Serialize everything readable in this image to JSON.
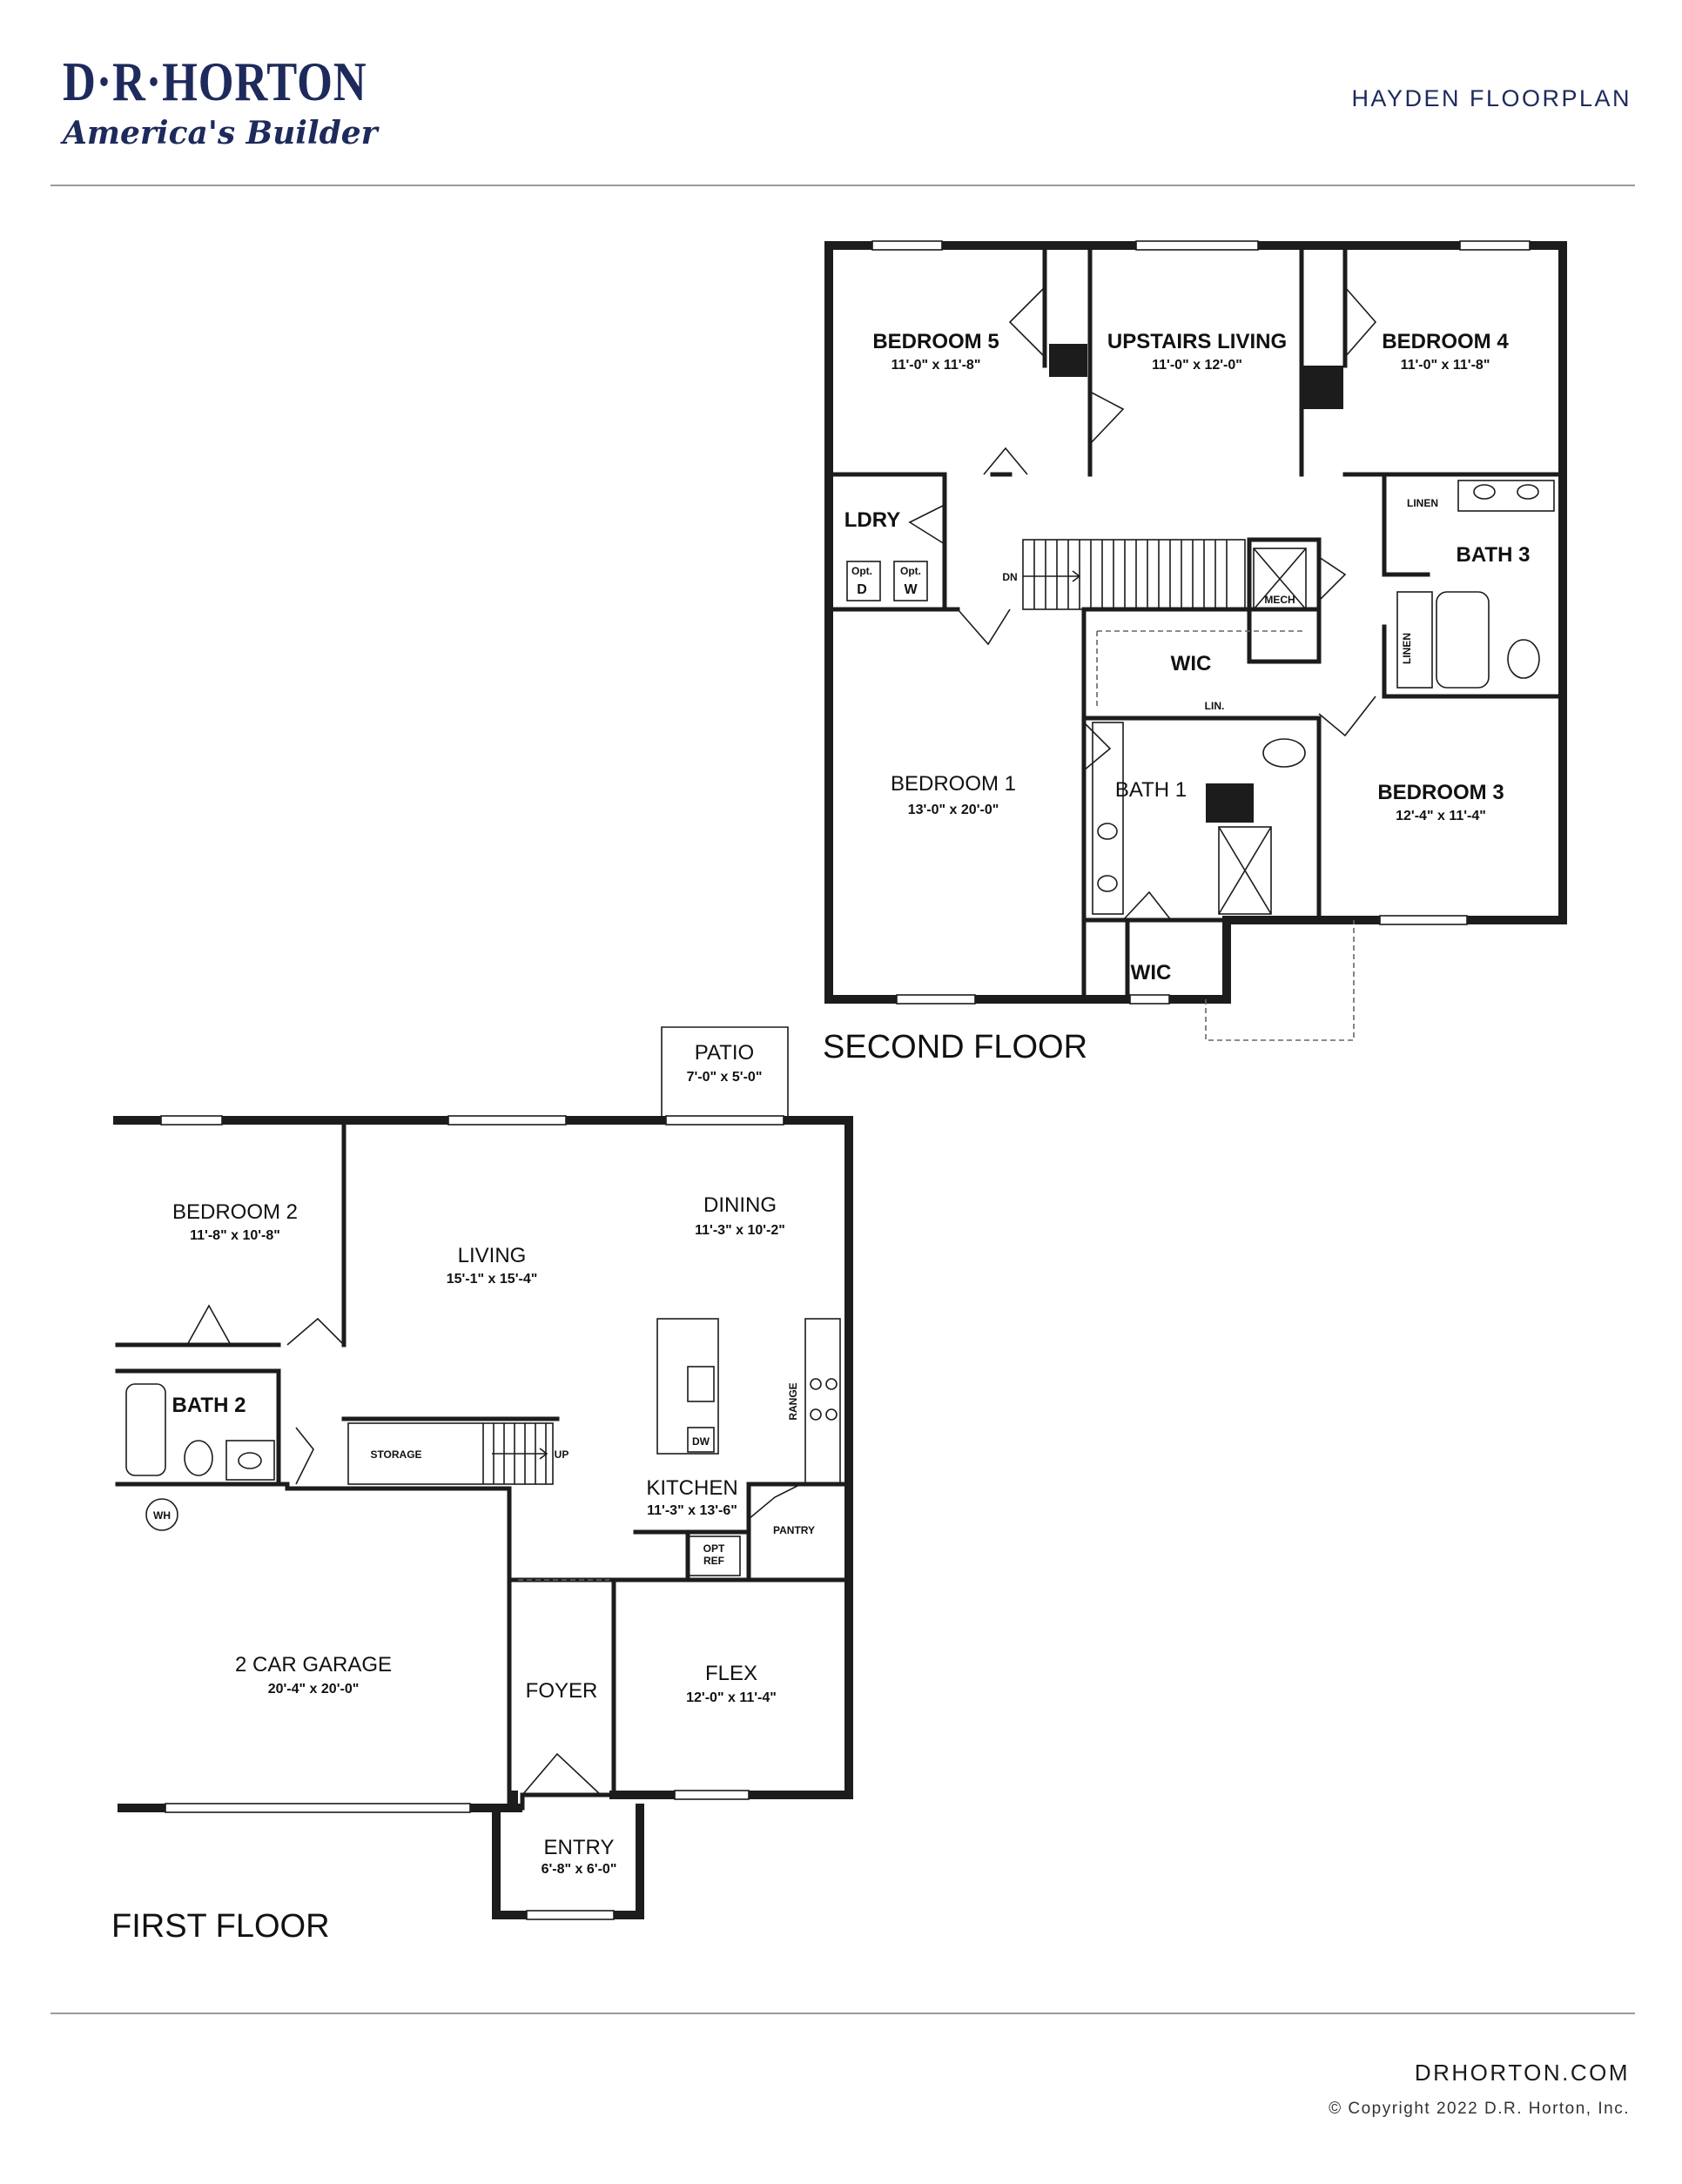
{
  "header": {
    "brand": "D·R·HORTON",
    "tagline": "America's Builder",
    "plan_title": "HAYDEN FLOORPLAN"
  },
  "second_floor": {
    "label": "SECOND FLOOR",
    "rooms": {
      "bedroom5": {
        "name": "BEDROOM 5",
        "dim": "11'-0\" x 11'-8\""
      },
      "upstairs_living": {
        "name": "UPSTAIRS LIVING",
        "dim": "11'-0\" x 12'-0\""
      },
      "bedroom4": {
        "name": "BEDROOM 4",
        "dim": "11'-0\" x 11'-8\""
      },
      "ldry": {
        "name": "LDRY"
      },
      "opt_d": {
        "name": "Opt.",
        "sub": "D"
      },
      "opt_w": {
        "name": "Opt.",
        "sub": "W"
      },
      "dn": {
        "name": "DN"
      },
      "mech": {
        "name": "MECH"
      },
      "linen_a": {
        "name": "LINEN"
      },
      "bath3": {
        "name": "BATH 3"
      },
      "linen_b": {
        "name": "LINEN"
      },
      "wic_a": {
        "name": "WIC"
      },
      "lin": {
        "name": "LIN."
      },
      "bedroom1": {
        "name": "BEDROOM 1",
        "dim": "13'-0\" x 20'-0\""
      },
      "bath1": {
        "name": "BATH 1"
      },
      "bedroom3": {
        "name": "BEDROOM 3",
        "dim": "12'-4\" x 11'-4\""
      },
      "wic_b": {
        "name": "WIC"
      }
    }
  },
  "first_floor": {
    "label": "FIRST FLOOR",
    "rooms": {
      "patio": {
        "name": "PATIO",
        "dim": "7'-0\" x 5'-0\""
      },
      "bedroom2": {
        "name": "BEDROOM 2",
        "dim": "11'-8\" x 10'-8\""
      },
      "living": {
        "name": "LIVING",
        "dim": "15'-1\" x 15'-4\""
      },
      "dining": {
        "name": "DINING",
        "dim": "11'-3\" x 10'-2\""
      },
      "bath2": {
        "name": "BATH 2"
      },
      "range": {
        "name": "RANGE"
      },
      "dw": {
        "name": "DW"
      },
      "storage": {
        "name": "STORAGE"
      },
      "up": {
        "name": "UP"
      },
      "kitchen": {
        "name": "KITCHEN",
        "dim": "11'-3\" x 13'-6\""
      },
      "pantry": {
        "name": "PANTRY"
      },
      "opt_ref": {
        "name": "OPT",
        "sub": "REF"
      },
      "wh": {
        "name": "WH"
      },
      "garage": {
        "name": "2 CAR GARAGE",
        "dim": "20'-4\" x 20'-0\""
      },
      "foyer": {
        "name": "FOYER"
      },
      "flex": {
        "name": "FLEX",
        "dim": "12'-0\" x 11'-4\""
      },
      "entry": {
        "name": "ENTRY",
        "dim": "6'-8\" x 6'-0\""
      }
    }
  },
  "footer": {
    "website": "DRHORTON.COM",
    "copyright": "© Copyright 2022 D.R. Horton, Inc."
  },
  "colors": {
    "brand_navy": "#1d2a5b",
    "wall": "#1c1c1c",
    "rule": "#9a9a9a"
  }
}
